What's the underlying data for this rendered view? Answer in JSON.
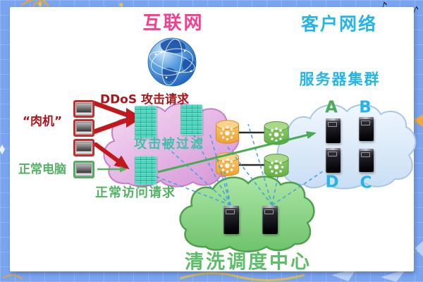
{
  "titles": {
    "internet": "互联网",
    "customer_network": "客户网络",
    "server_cluster": "服务器集群",
    "scrubbing_center": "清洗调度中心"
  },
  "annotations": {
    "ddos_attack_requests": "DDoS 攻击请求",
    "zombie_machines": "“肉机”",
    "attacks_filtered": "攻击被过滤",
    "normal_computer": "正常电脑",
    "normal_access_requests": "正常访问请求"
  },
  "server_cluster_nodes": [
    "A",
    "B",
    "C",
    "D"
  ],
  "icons": {
    "globe": "internet-globe-icon",
    "firewall": "firewall-brick-wall-icon",
    "outer_router": "orange-router-cylinder-icon",
    "inner_router": "green-router-cylinder-icon",
    "zombie_pc": "red-laptop-icon",
    "normal_pc": "green-laptop-icon",
    "server": "server-tower-icon"
  },
  "colors": {
    "background": "#7aa4f0",
    "panel": "#ffffff",
    "internet_title": "#f23f8f",
    "customer_title": "#25b4ea",
    "attack_text": "#a8171b",
    "attack_arrow": "#c0181d",
    "normal_text": "#55b264",
    "filtered_text": "#3ec0a9",
    "scrub_text": "#5cbd68",
    "node_a": "#4cab55",
    "node_bcd": "#25b4ea",
    "dashed_schedule_line": "#3e9de0",
    "firewall": "#4ed6c0",
    "internet_cloud": "#d89ad8",
    "customer_cloud": "#cfe2f5",
    "scrubbing_cloud": "#7cc878"
  }
}
